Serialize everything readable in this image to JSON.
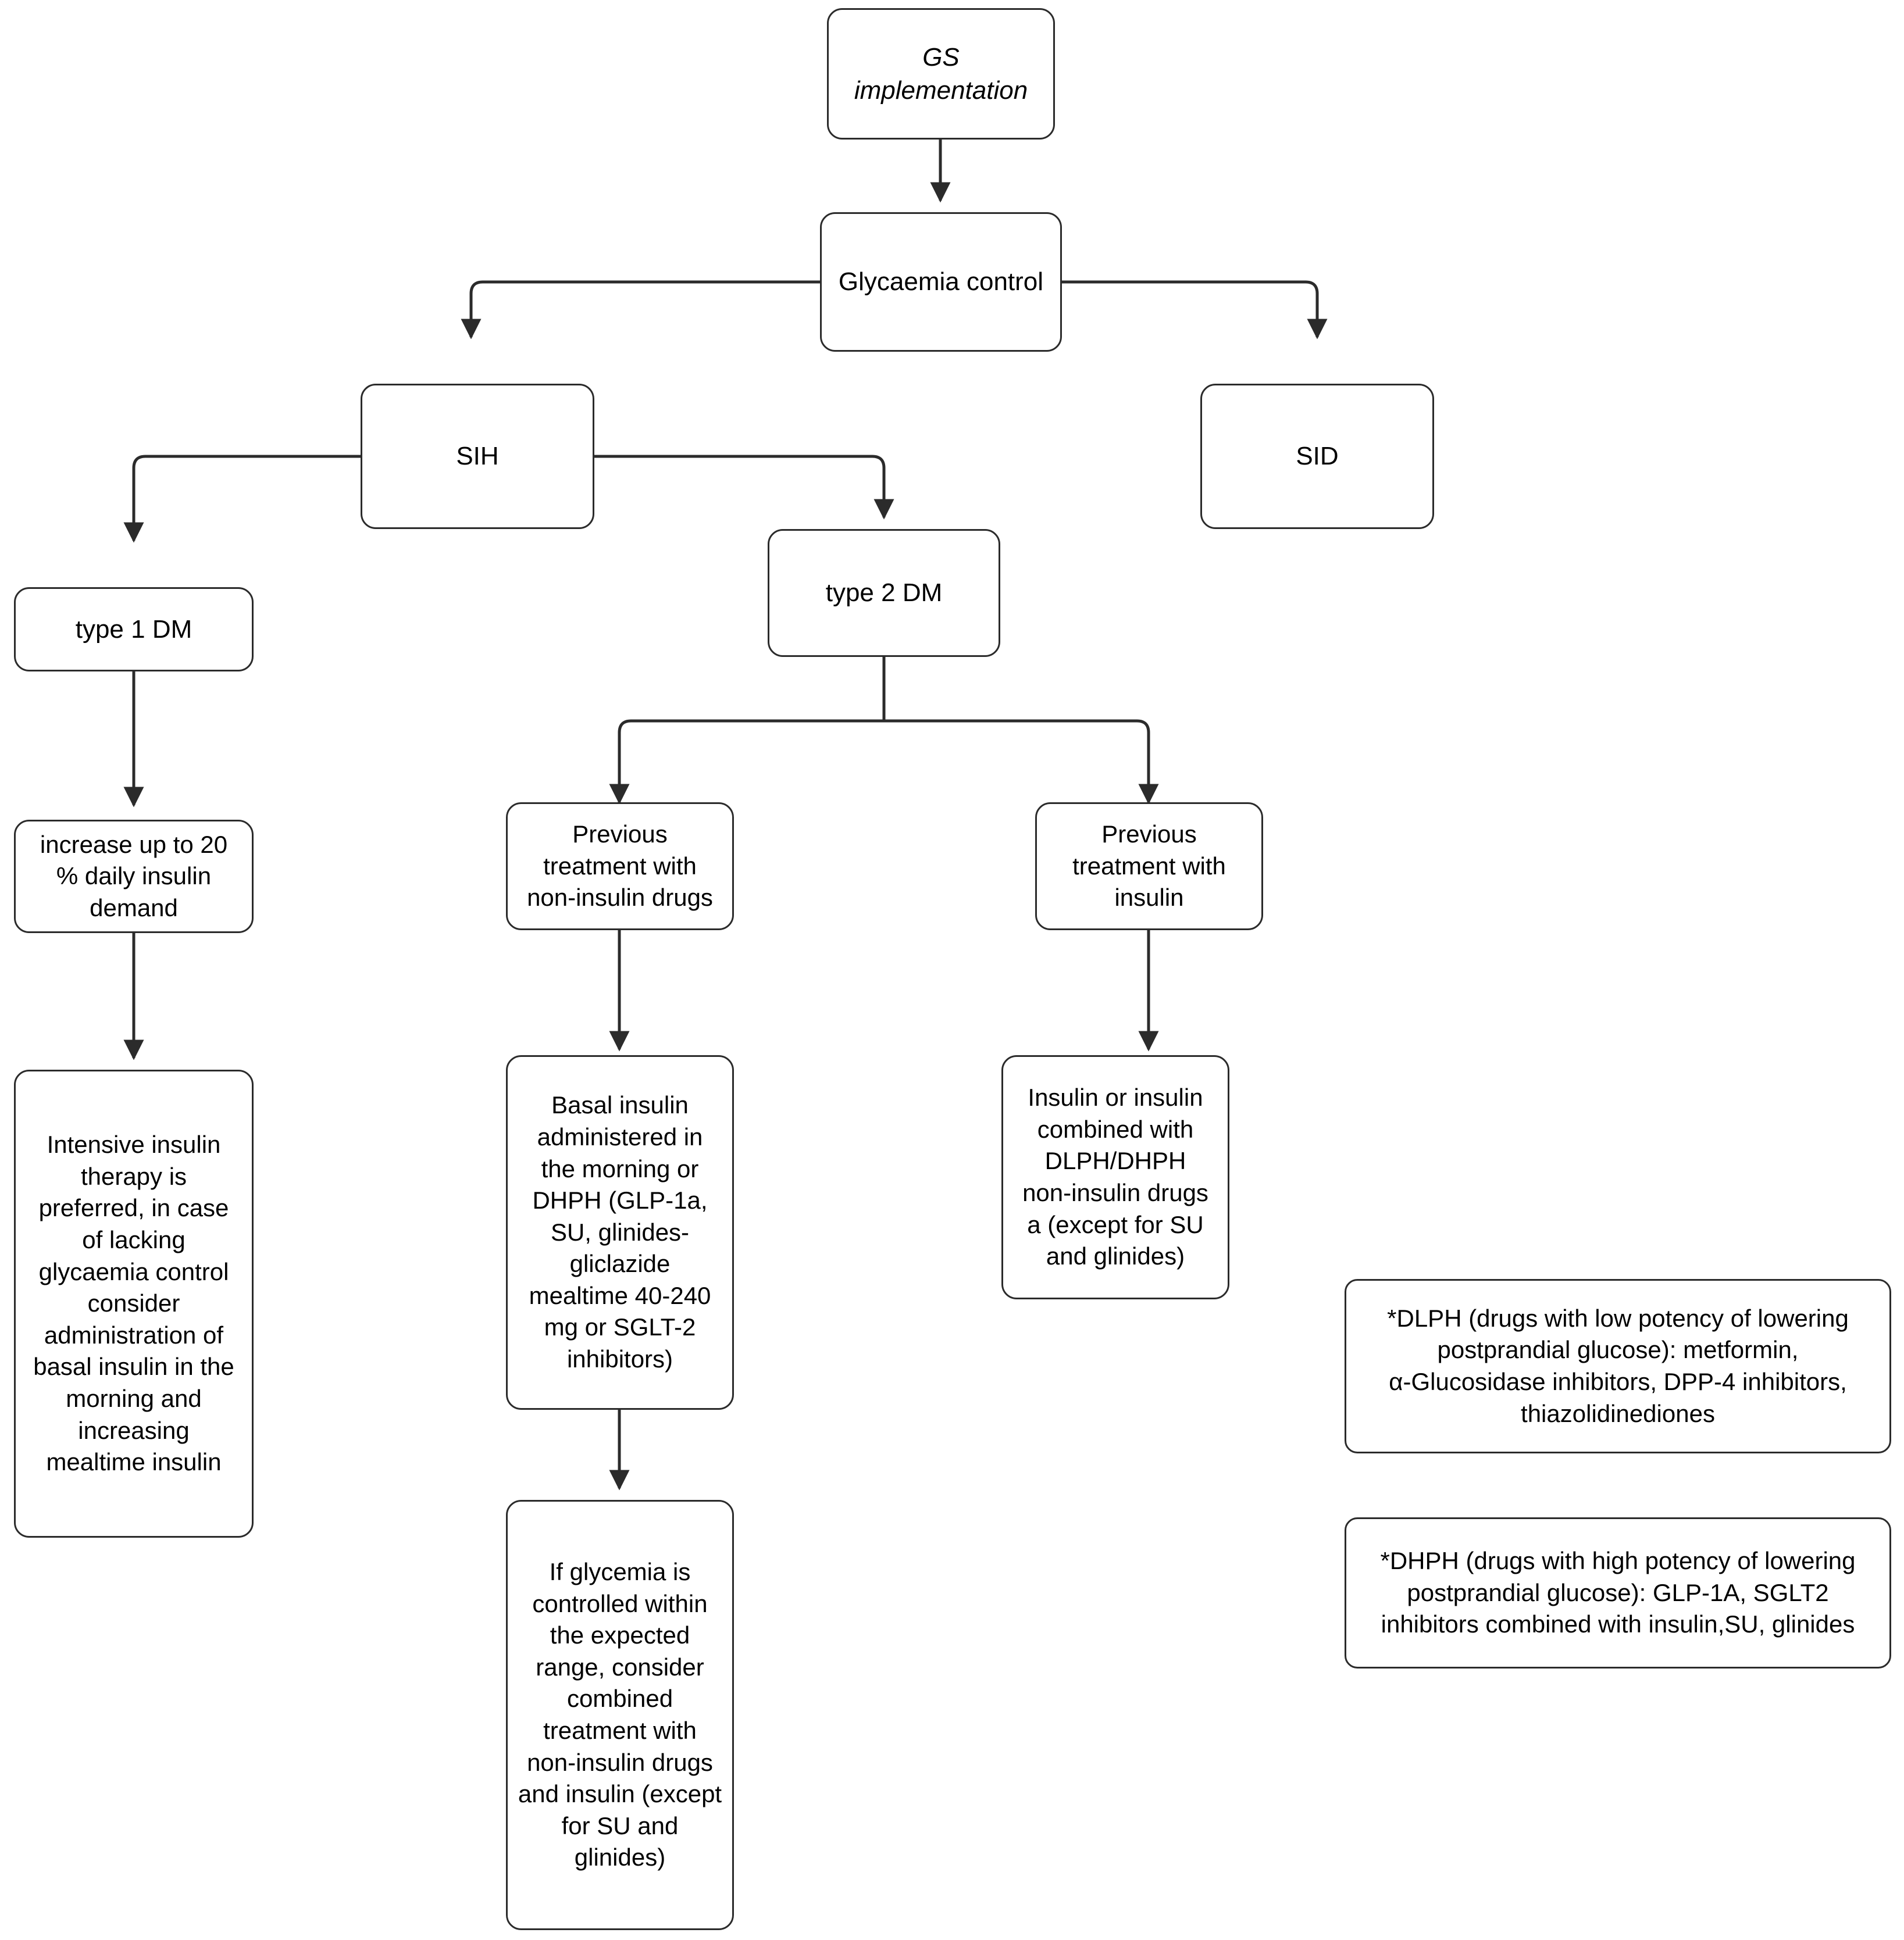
{
  "diagram": {
    "title": "GS implementation glycaemia control flowchart",
    "stroke_color": "#2b2b2b",
    "background_color": "#ffffff",
    "text_color": "#000000"
  },
  "nodes": {
    "gs_implementation": "GS\nimplementation",
    "glycaemia_control": "Glycaemia control",
    "sih": "SIH",
    "sid": "SID",
    "type1_dm": "type 1 DM",
    "type2_dm": "type 2 DM",
    "increase_insulin": "increase up to 20\n%  daily insulin\ndemand",
    "intensive_therapy": "Intensive insulin\ntherapy is\npreferred, in case\nof lacking\nglycaemia control\nconsider\nadministration of\nbasal insulin in the\nmorning and\nincreasing\nmealtime insulin",
    "previous_non_insulin": "Previous\ntreatment with\nnon-insulin drugs",
    "previous_insulin": "Previous\ntreatment with\ninsulin",
    "basal_insulin": "Basal insulin\nadministered in\nthe morning or\nDHPH (GLP-1a,\nSU, glinides-\ngliclazide\nmealtime 40-240\nmg or SGLT-2\ninhibitors)",
    "insulin_combined": "Insulin or insulin\ncombined with\nDLPH/DHPH\nnon-insulin drugs\na (except for SU\nand glinides)",
    "if_glycemia": "If glycemia is\ncontrolled within\nthe expected\nrange, consider\ncombined\ntreatment with\nnon-insulin drugs\nand insulin (except\nfor SU and\nglinides)"
  },
  "legend": {
    "dlph": "*DLPH (drugs with low potency of lowering\npostprandial glucose): metformin,\nα-Glucosidase inhibitors, DPP-4 inhibitors,\nthiazolidinediones",
    "dhph": "*DHPH (drugs with high potency of lowering\npostprandial glucose): GLP-1A, SGLT2\ninhibitors combined with insulin,SU, glinides"
  }
}
